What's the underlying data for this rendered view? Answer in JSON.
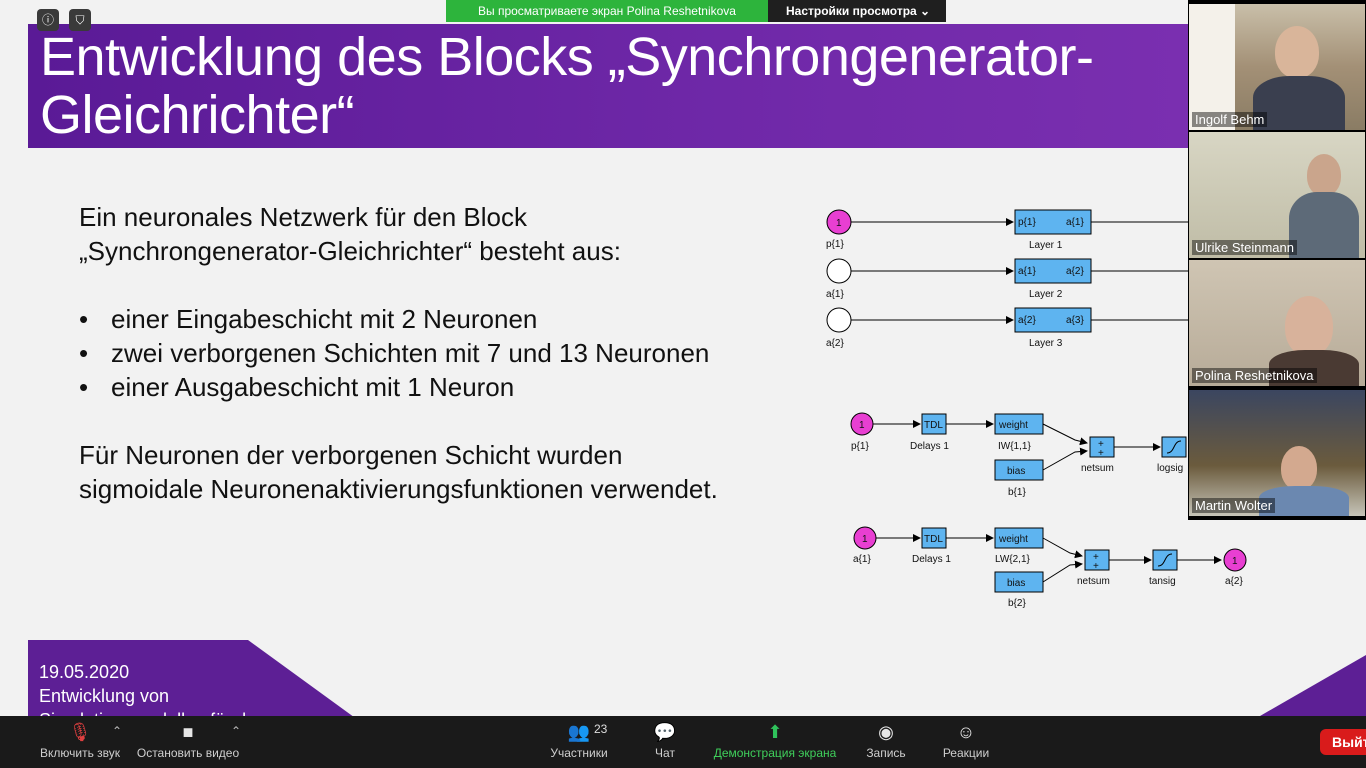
{
  "share": {
    "banner": "Вы просматриваете экран Polina Reshetnikova",
    "settings": "Настройки просмотра"
  },
  "slide": {
    "title": "Entwicklung des Blocks „Synchrongenerator-Gleichrichter“",
    "intro": "Ein neuronales Netzwerk für den Block „Synchrongenerator-Gleichrichter“ besteht aus:",
    "bullets": [
      "einer Eingabeschicht mit 2 Neuronen",
      "zwei verborgenen Schichten mit 7 und 13 Neuronen",
      "einer Ausgabeschicht mit 1 Neuron"
    ],
    "conclusion": "Für Neuronen der verborgenen Schicht wurden sigmoidale Neuronenaktivierungsfunktionen verwendet.",
    "footer_date": "19.05.2020",
    "footer_line": "Entwicklung von",
    "footer_cut": "Simulationsmodellen für das"
  },
  "diagram": {
    "top_inputs": [
      "1",
      "p{1}",
      "a{1}",
      "a{2}"
    ],
    "layers": [
      {
        "in": "p{1}",
        "out": "a{1}",
        "name": "Layer 1"
      },
      {
        "in": "a{1}",
        "out": "a{2}",
        "name": "Layer 2"
      },
      {
        "in": "a{2}",
        "out": "a{3}",
        "name": "Layer 3"
      }
    ],
    "net1": {
      "input_num": "1",
      "input": "p{1}",
      "tdl": "TDL",
      "delays": "Delays 1",
      "weight": "weight",
      "weight_name": "IW{1,1}",
      "bias": "bias",
      "bias_name": "b{1}",
      "sum": "netsum",
      "fn": "logsig"
    },
    "net2": {
      "input_num": "1",
      "input": "a{1}",
      "tdl": "TDL",
      "delays": "Delays 1",
      "weight": "weight",
      "weight_name": "LW{2,1}",
      "bias": "bias",
      "bias_name": "b{2}",
      "sum": "netsum",
      "fn": "tansig",
      "out_num": "1",
      "out": "a{2}"
    }
  },
  "participants": [
    {
      "name": "Ingolf Behm"
    },
    {
      "name": "Ulrike Steinmann"
    },
    {
      "name": "Polina Reshetnikova"
    },
    {
      "name": "Martin Wolter"
    }
  ],
  "toolbar": {
    "mute": "Включить звук",
    "video": "Остановить видео",
    "participants": "Участники",
    "participants_count": "23",
    "chat": "Чат",
    "share": "Демонстрация экрана",
    "record": "Запись",
    "reactions": "Реакции",
    "exit": "Выйти"
  }
}
